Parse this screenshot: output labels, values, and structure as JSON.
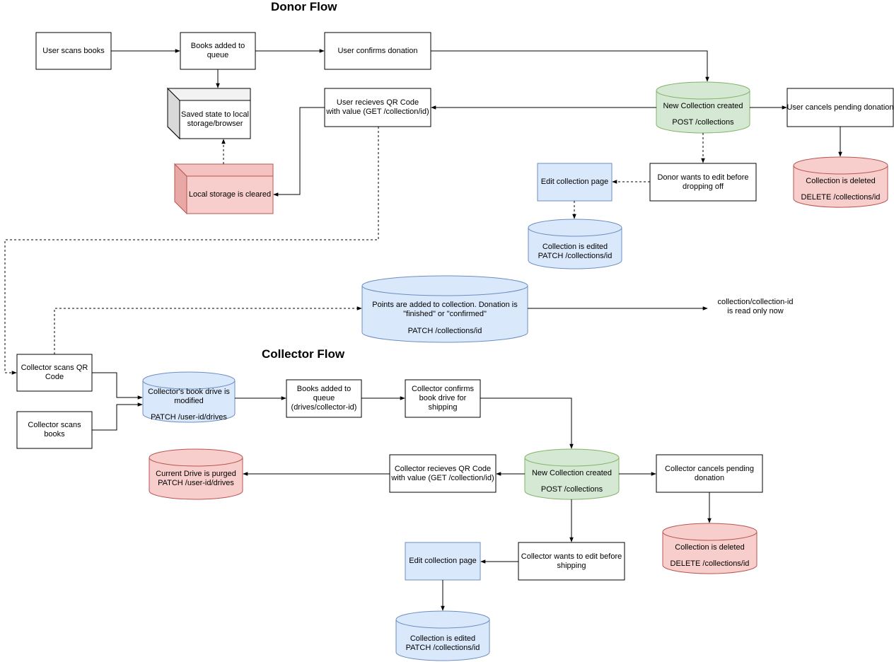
{
  "titles": {
    "donor": "Donor Flow",
    "collector": "Collector Flow"
  },
  "colors": {
    "white": "#ffffff",
    "green_fill": "#d5e8d4",
    "green_stroke": "#82b366",
    "blue_fill": "#dae8fc",
    "blue_stroke": "#6c8ebf",
    "red_fill": "#f8cecc",
    "red_stroke": "#b85450",
    "stroke": "#000000"
  },
  "donor": {
    "user_scans_books": "User scans books",
    "books_added_queue": "Books added to\nqueue",
    "user_confirms_donation": "User confirms donation",
    "saved_state": "Saved state to local\nstorage/browser",
    "local_storage_cleared": "Local storage is cleared",
    "user_receives_qr": "User recieves QR Code\nwith value (GET /collection/id)",
    "new_collection_title": "New Collection created",
    "new_collection_sub": "POST /collections",
    "user_cancels": "User cancels pending donation",
    "collection_deleted_title": "Collection is deleted",
    "collection_deleted_sub": "DELETE /collections/id",
    "donor_wants_edit": "Donor wants to edit before\ndropping off",
    "edit_collection_page": "Edit collection page",
    "collection_edited": "Collection is edited\nPATCH /collections/id"
  },
  "shared": {
    "points_added": "Points are added to collection. Donation is\n\"finished\" or \"confirmed\"",
    "points_added_sub": "PATCH /collections/id",
    "read_only": "collection/collection-id\nis read only now"
  },
  "collector": {
    "scans_qr": "Collector scans QR\nCode",
    "scans_books": "Collector scans\nbooks",
    "book_drive_modified_title": "Collector's book drive is modified",
    "book_drive_modified_sub": "PATCH /user-id/drives",
    "books_added_queue": "Books added to\nqueue\n(drives/collector-id)",
    "confirms_book_drive": "Collector confirms\nbook drive for\nshipping",
    "new_collection_title": "New Collection created",
    "new_collection_sub": "POST /collections",
    "receives_qr": "Collector recieves QR Code\nwith value (GET /collection/id)",
    "drive_purged": "Current Drive is purged\nPATCH /user-id/drives",
    "cancels_pending": "Collector cancels pending\ndonation",
    "collection_deleted_title": "Collection is deleted",
    "collection_deleted_sub": "DELETE /collections/id",
    "wants_edit": "Collector wants to edit before\nshipping",
    "edit_collection_page": "Edit collection page",
    "collection_edited": "Collection is edited\nPATCH /collections/id"
  }
}
